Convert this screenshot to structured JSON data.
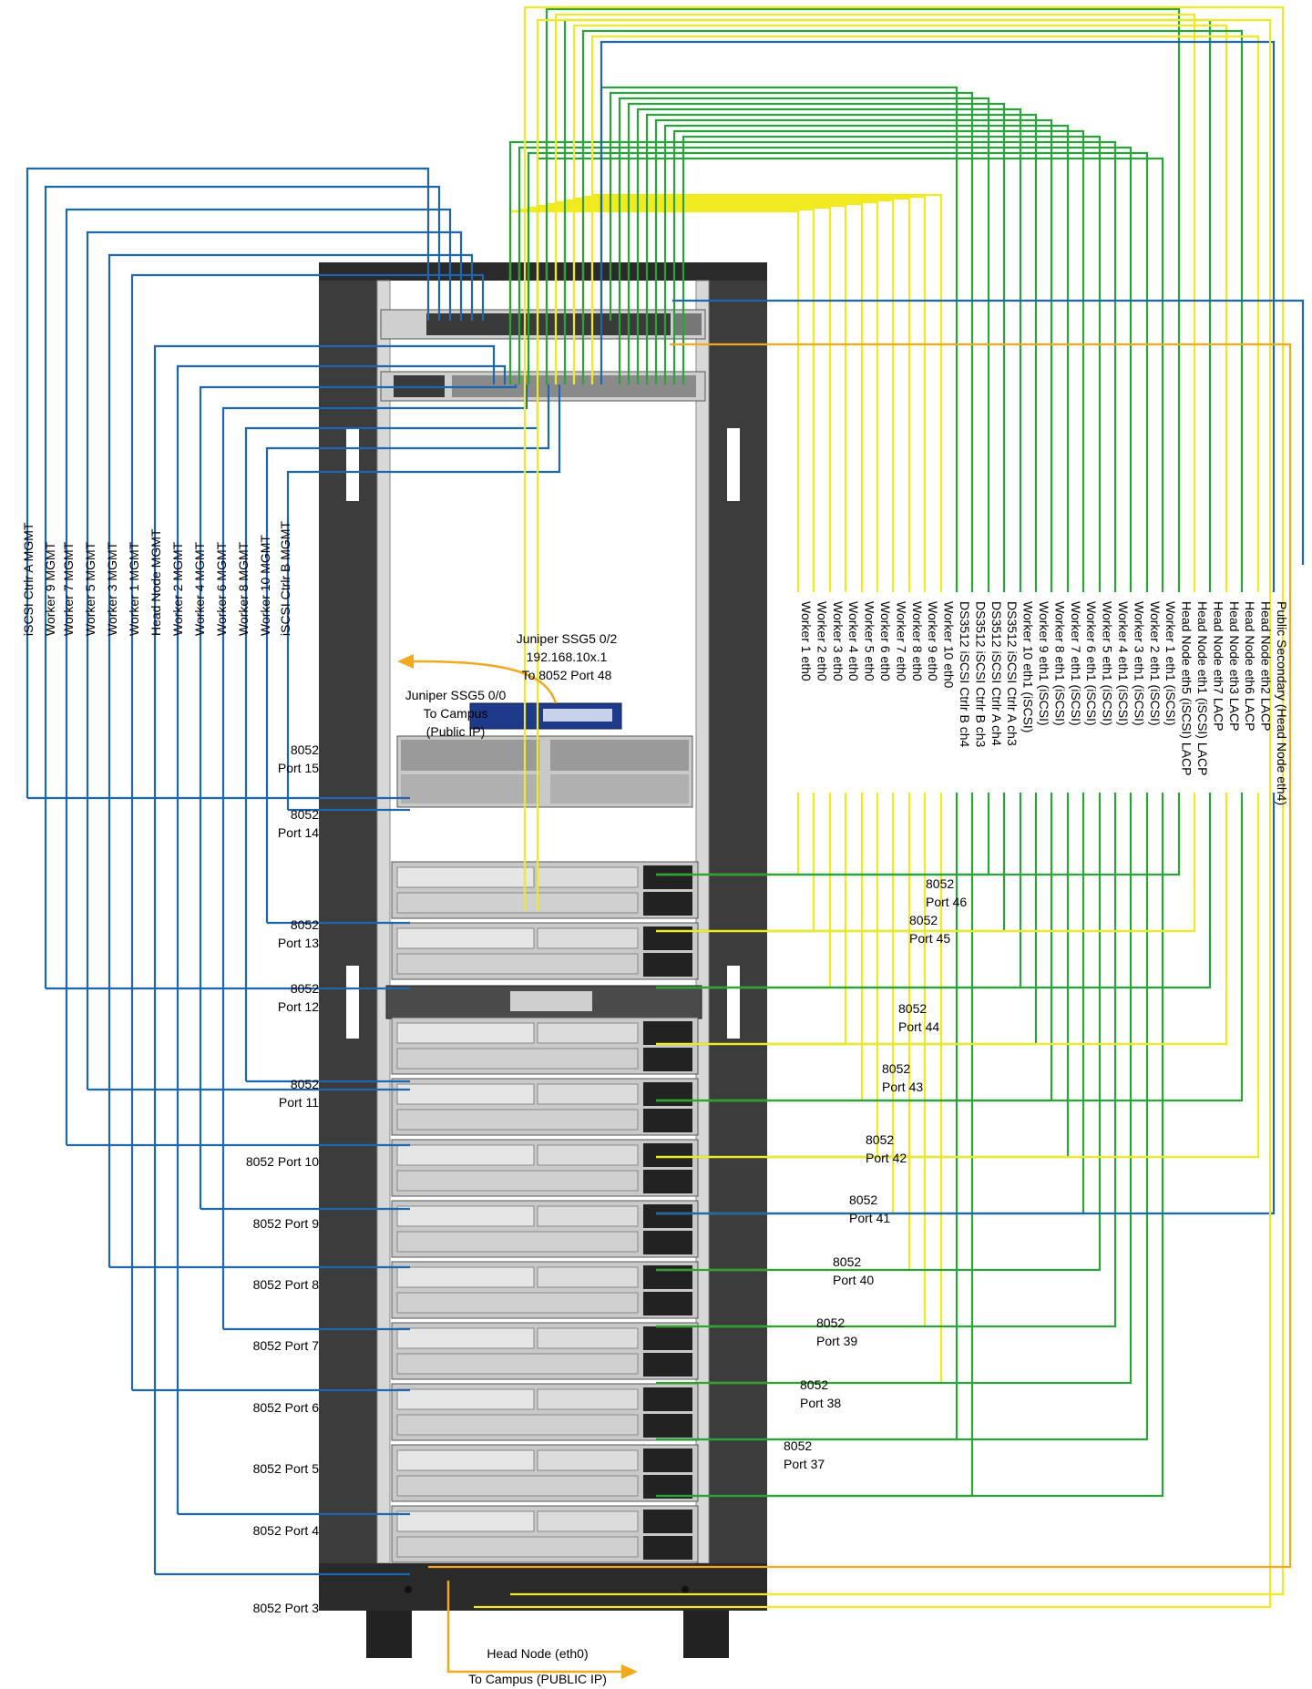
{
  "colors": {
    "mgmt_blue": "#1f66b0",
    "green": "#2aa43a",
    "yellow": "#f2ea20",
    "orange": "#f4a81d",
    "rack_frame": "#3c3c3c",
    "rack_rail": "#d8d8d8",
    "server_face": "#c9c9c9"
  },
  "left_mgmt_labels": [
    "iSCSI Ctrlr A MGMT",
    "Worker 9 MGMT",
    "Worker 7 MGMT",
    "Worker 5 MGMT",
    "Worker 3 MGMT",
    "Worker 1 MGMT",
    "Head Node MGMT",
    "Worker 2 MGMT",
    "Worker 4 MGMT",
    "Worker 6 MGMT",
    "Worker 8 MGMT",
    "Worker 10 MGMT",
    "iSCSI Ctrlr B MGMT"
  ],
  "right_labels": [
    "Worker 1 eth0",
    "Worker 2 eth0",
    "Worker 3 eth0",
    "Worker 4 eth0",
    "Worker 5 eth0",
    "Worker 6 eth0",
    "Worker 7 eth0",
    "Worker 8 eth0",
    "Worker 9 eth0",
    "Worker 10 eth0",
    "DS3512 iSCSI Ctrlr B ch4",
    "DS3512 iSCSI Ctrlr B ch3",
    "DS3512 iSCSI Ctrlr A ch4",
    "DS3512 iSCSI Ctrlr A ch3",
    "Worker 10 eth1 (iSCSI)",
    "Worker 9 eth1 (iSCSI)",
    "Worker 8 eth1 (iSCSI)",
    "Worker 7 eth1 (iSCSI)",
    "Worker 6 eth1 (iSCSI)",
    "Worker 5 eth1 (iSCSI)",
    "Worker 4 eth1 (iSCSI)",
    "Worker 3 eth1 (iSCSI)",
    "Worker 2 eth1 (iSCSI)",
    "Worker 1 eth1 (iSCSI)",
    "Head Node eth5 (iSCSI) LACP",
    "Head Node eth1 (iSCSI) LACP",
    "Head Node eth7 LACP",
    "Head Node eth3 LACP",
    "Head Node eth6 LACP",
    "Head Node eth2 LACP",
    "Public Secondary (Head Node eth4)"
  ],
  "firewall": {
    "port02": {
      "line1": "Juniper SSG5 0/2",
      "line2": "192.168.10x.1",
      "line3": "To 8052 Port 48"
    },
    "port00": {
      "line1": "Juniper SSG5 0/0",
      "line2": "To Campus",
      "line3": "(Public IP)"
    }
  },
  "left_ports": [
    {
      "line1": "8052",
      "line2": "Port 15"
    },
    {
      "line1": "8052",
      "line2": "Port 14"
    },
    {
      "line1": "8052",
      "line2": "Port 13"
    },
    {
      "line1": "8052",
      "line2": "Port 12"
    },
    {
      "line1": "8052",
      "line2": "Port 11"
    },
    {
      "line1": "8052 Port 10",
      "line2": ""
    },
    {
      "line1": "8052 Port 9",
      "line2": ""
    },
    {
      "line1": "8052 Port 8",
      "line2": ""
    },
    {
      "line1": "8052 Port 7",
      "line2": ""
    },
    {
      "line1": "8052 Port 6",
      "line2": ""
    },
    {
      "line1": "8052 Port 5",
      "line2": ""
    },
    {
      "line1": "8052 Port 4",
      "line2": ""
    },
    {
      "line1": "8052 Port 3",
      "line2": ""
    }
  ],
  "right_ports": [
    {
      "line1": "8052",
      "line2": "Port 46"
    },
    {
      "line1": "8052",
      "line2": "Port 45"
    },
    {
      "line1": "8052",
      "line2": "Port 44"
    },
    {
      "line1": "8052",
      "line2": "Port 43"
    },
    {
      "line1": "8052",
      "line2": "Port 42"
    },
    {
      "line1": "8052",
      "line2": "Port 41"
    },
    {
      "line1": "8052",
      "line2": "Port 40"
    },
    {
      "line1": "8052",
      "line2": "Port 39"
    },
    {
      "line1": "8052",
      "line2": "Port 38"
    },
    {
      "line1": "8052",
      "line2": "Port 37"
    }
  ],
  "head_node": {
    "line1": "Head Node (eth0)",
    "line2": "To Campus (PUBLIC IP)"
  }
}
